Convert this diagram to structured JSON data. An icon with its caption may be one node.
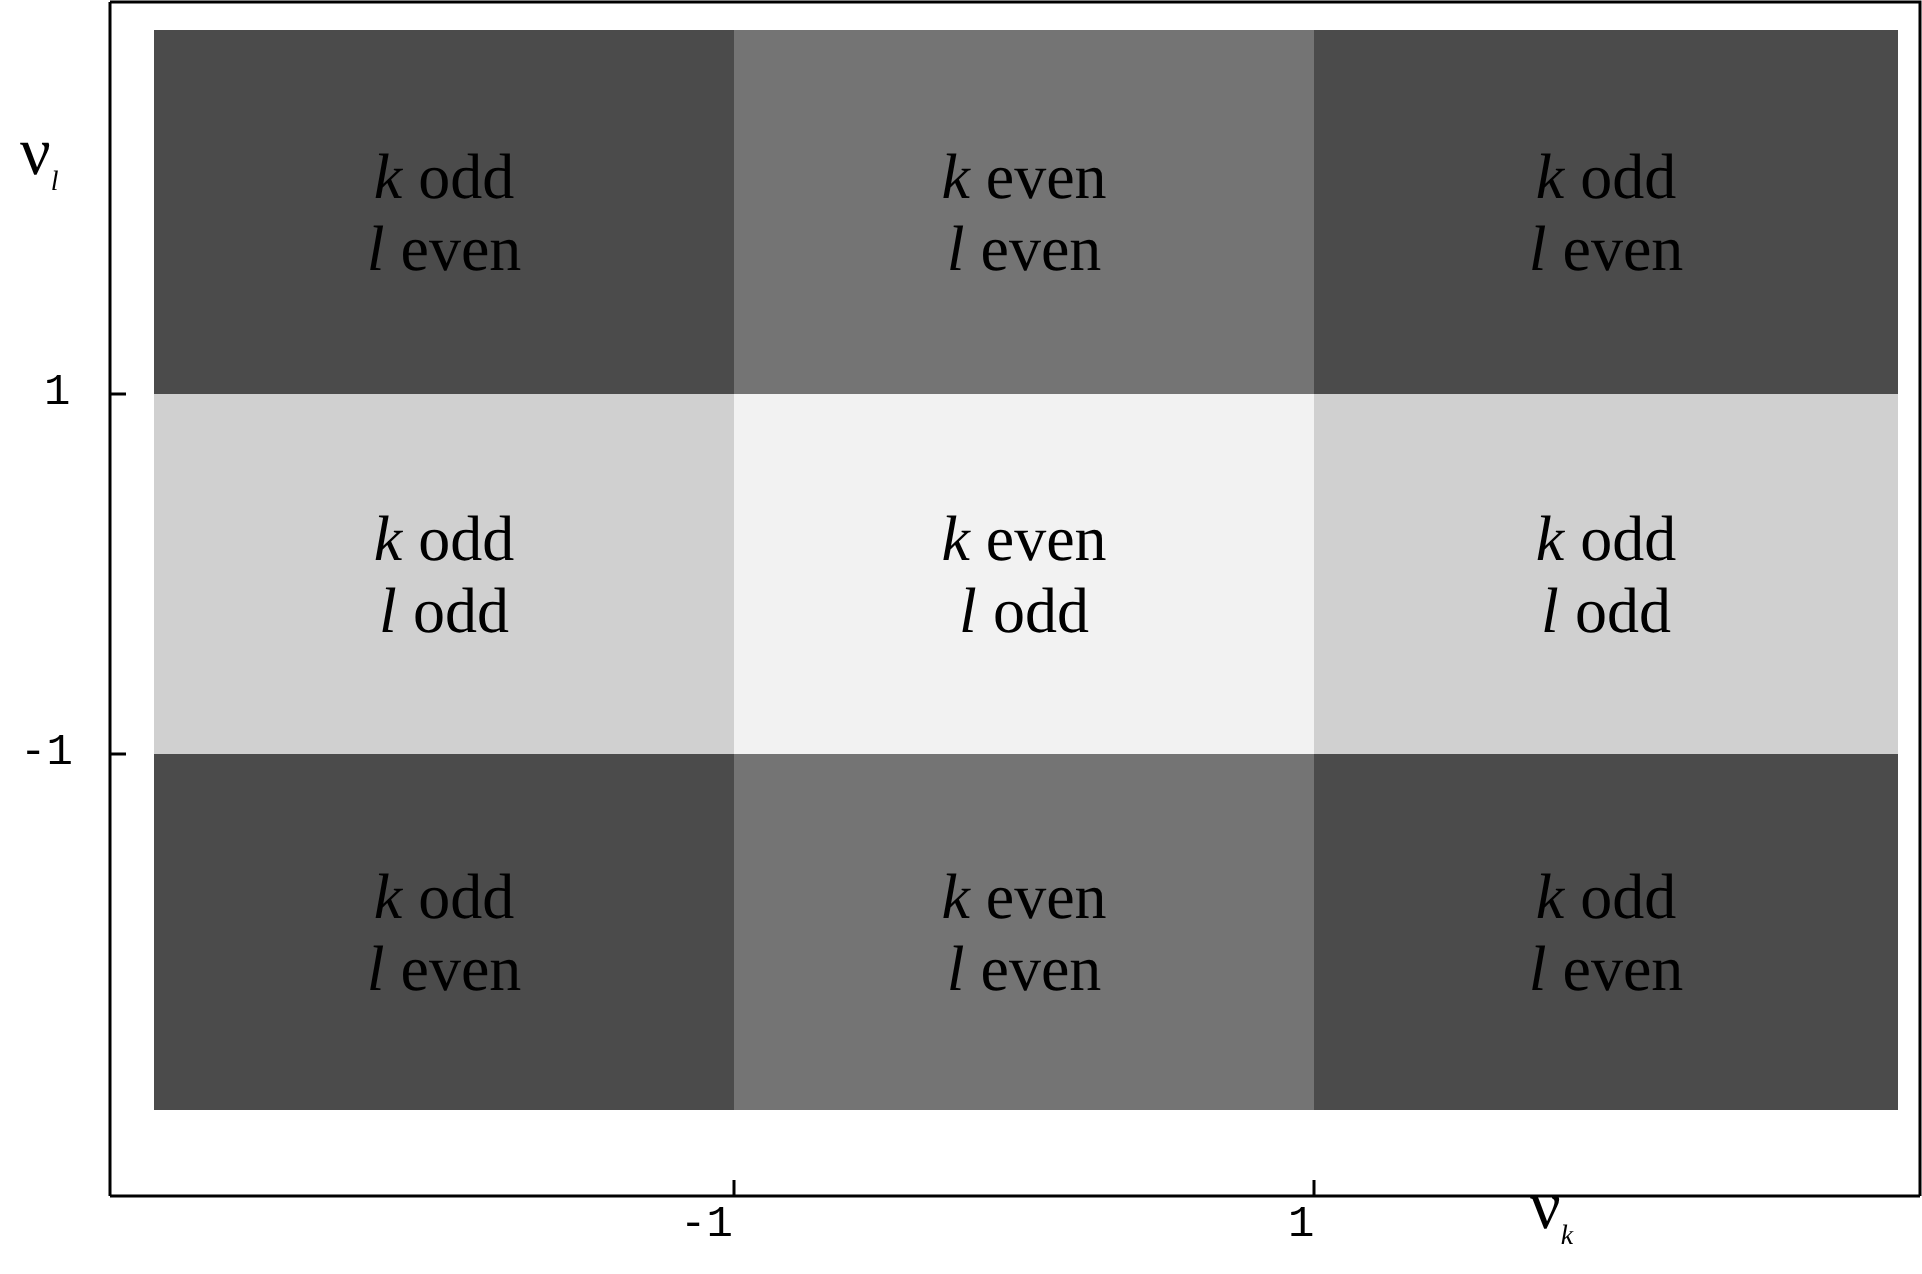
{
  "diagram": {
    "nodes": [
      {
        "text": [
          "*k* odd",
          "*l* even"
        ]
      },
      {
        "text": [
          "*k* even",
          "*l* even"
        ]
      },
      {
        "text": [
          "*k* odd",
          "*l* even"
        ]
      },
      {
        "text": [
          "*k* odd",
          "*l* odd"
        ]
      },
      {
        "text": [
          "*k* even",
          "*l* odd"
        ]
      },
      {
        "text": [
          "*k* odd",
          "*l* odd"
        ]
      },
      {
        "text": [
          "*k* odd",
          "*l* even"
        ]
      },
      {
        "text": [
          "*k* even",
          "*l* even"
        ]
      },
      {
        "text": [
          "*k* odd",
          "*l* even"
        ]
      }
    ],
    "labels": [
      "ν$_{l}$",
      "1",
      "-1",
      "-1",
      "1",
      "ν$_{k}$"
    ]
  }
}
